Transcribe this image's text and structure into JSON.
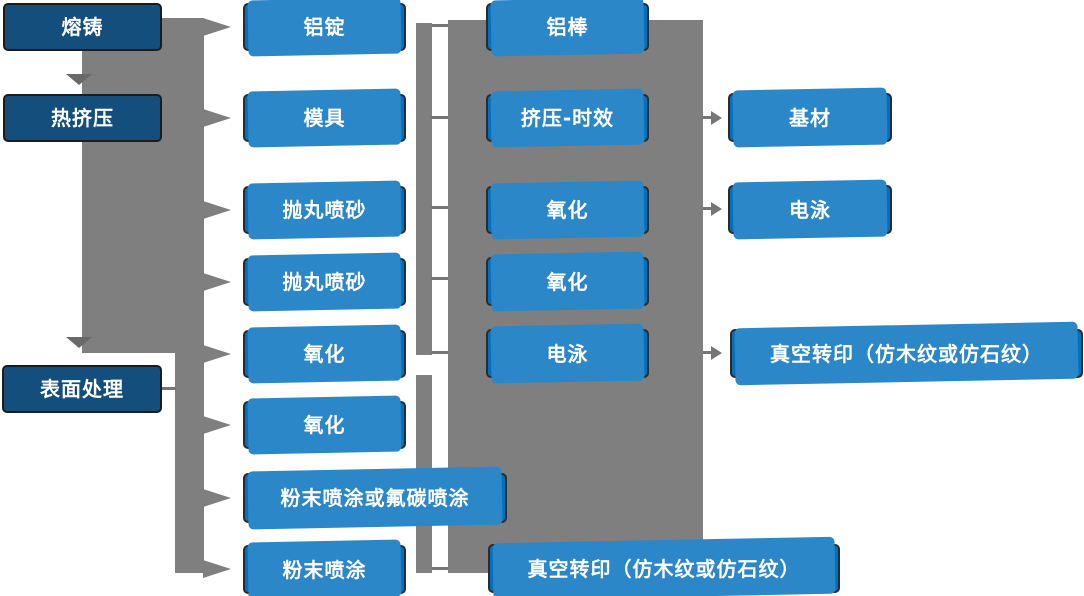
{
  "diagram": {
    "type": "flowchart",
    "description": "Aluminum profile production process flow",
    "palette": {
      "stage_box_dark_blue": "#134e7d",
      "process_box_blue": "#0071c1",
      "process_box_back_shadow_blue": "#2c87c9",
      "connector_gray": "#7f7f7f",
      "box_border": "#2b2b2b",
      "text_color": "#ffffff",
      "background": "#ffffff"
    },
    "nodes": {
      "melting": {
        "label": "熔铸"
      },
      "hot_extrusion": {
        "label": "热挤压"
      },
      "surface_treatment": {
        "label": "表面处理"
      },
      "aluminum_ingot": {
        "label": "铝锭"
      },
      "mold": {
        "label": "模具"
      },
      "shot_blasting_1": {
        "label": "抛丸喷砂"
      },
      "shot_blasting_2": {
        "label": "抛丸喷砂"
      },
      "oxidation_c2_1": {
        "label": "氧化"
      },
      "oxidation_c2_2": {
        "label": "氧化"
      },
      "powder_or_fluorocarbon": {
        "label": "粉末喷涂或氟碳喷涂"
      },
      "powder_coating": {
        "label": "粉末喷涂"
      },
      "aluminum_rod": {
        "label": "铝棒"
      },
      "extrusion_aging": {
        "label": "挤压-时效"
      },
      "oxidation_c3_1": {
        "label": "氧化"
      },
      "oxidation_c3_2": {
        "label": "氧化"
      },
      "electrophoresis_c3": {
        "label": "电泳"
      },
      "vacuum_transfer_bottom": {
        "label": "真空转印（仿木纹或仿石纹）"
      },
      "substrate": {
        "label": "基材"
      },
      "electrophoresis_c4": {
        "label": "电泳"
      },
      "vacuum_transfer_right": {
        "label": "真空转印（仿木纹或仿石纹）"
      }
    }
  }
}
